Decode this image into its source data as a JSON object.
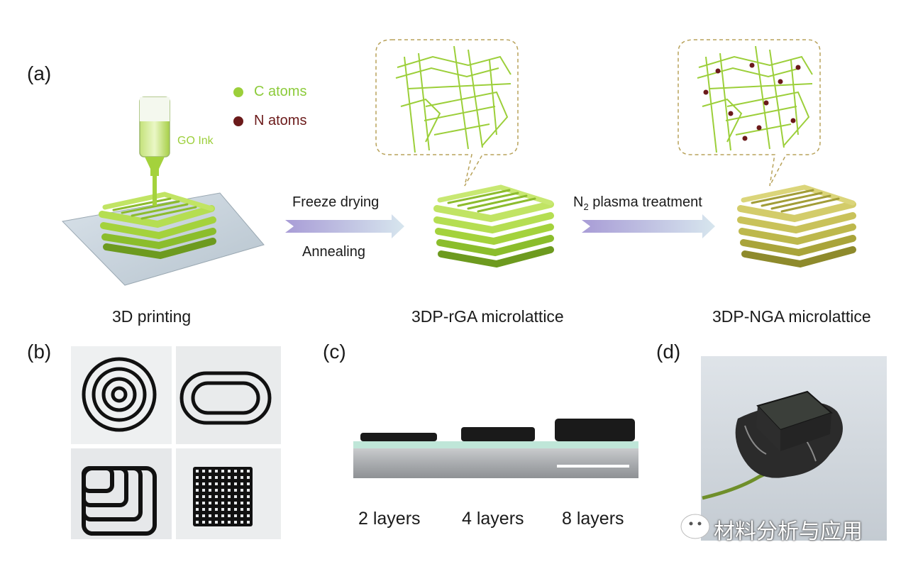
{
  "panels": {
    "a": {
      "label": "(a)"
    },
    "b": {
      "label": "(b)"
    },
    "c": {
      "label": "(c)"
    },
    "d": {
      "label": "(d)"
    }
  },
  "legend": {
    "c_atoms": {
      "label": "C atoms",
      "color": "#9ccf3a"
    },
    "n_atoms": {
      "label": "N atoms",
      "color": "#6b1a1a"
    }
  },
  "ink_label": "GO Ink",
  "arrows": {
    "first": {
      "top": "Freeze drying",
      "bottom": "Annealing"
    },
    "second": {
      "top_prefix": "N",
      "top_sub": "2",
      "top_rest": " plasma treatment"
    }
  },
  "captions": {
    "printing": "3D printing",
    "rga": "3DP-rGA microlattice",
    "nga": "3DP-NGA microlattice"
  },
  "layers": [
    "2 layers",
    "4 layers",
    "8 layers"
  ],
  "watermark": "材料分析与应用",
  "colors": {
    "green": "#9ccf3a",
    "olive": "#c9c25a",
    "arrow_start": "#a89cd6",
    "arrow_end": "#d7e6ee"
  }
}
